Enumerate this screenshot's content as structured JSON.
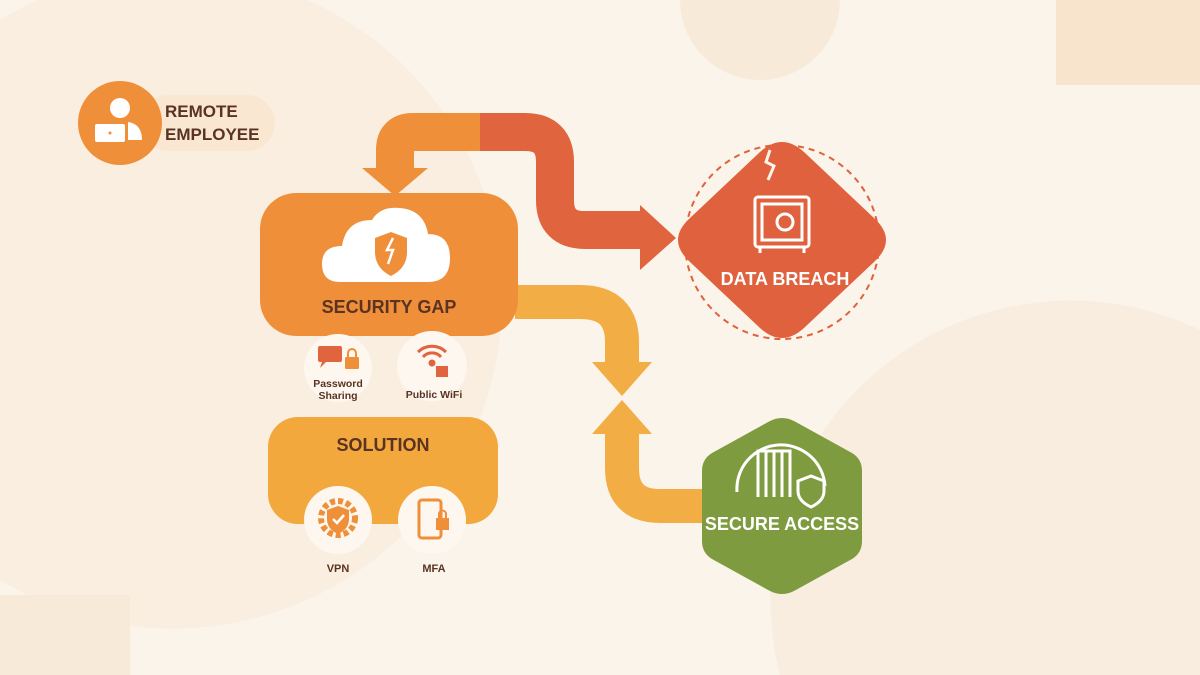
{
  "colors": {
    "background": "#fbf4ea",
    "orange": "#ef8f3a",
    "red_orange": "#e0613d",
    "yellow_orange": "#f3a83e",
    "green": "#7f9b3f",
    "dark_text": "#5a3322",
    "white": "#ffffff"
  },
  "actor": {
    "label_line1": "REMOTE",
    "label_line2": "EMPLOYEE",
    "icon": "person-laptop-icon"
  },
  "security_gap": {
    "title": "SECURITY GAP",
    "icon": "cloud-broken-shield-icon",
    "risks": [
      {
        "label_line1": "Password",
        "label_line2": "Sharing",
        "icon": "chat-lock-icon"
      },
      {
        "label": "Public WiFi",
        "icon": "wifi-lock-icon"
      }
    ]
  },
  "solution": {
    "title": "SOLUTION",
    "items": [
      {
        "label": "VPN",
        "icon": "gear-shield-check-icon"
      },
      {
        "label": "MFA",
        "icon": "phone-lock-icon"
      }
    ]
  },
  "data_breach": {
    "title": "DATA BREACH",
    "icon": "cracked-safe-icon"
  },
  "secure_access": {
    "title": "SECURE ACCESS",
    "icon": "gate-shield-icon"
  }
}
